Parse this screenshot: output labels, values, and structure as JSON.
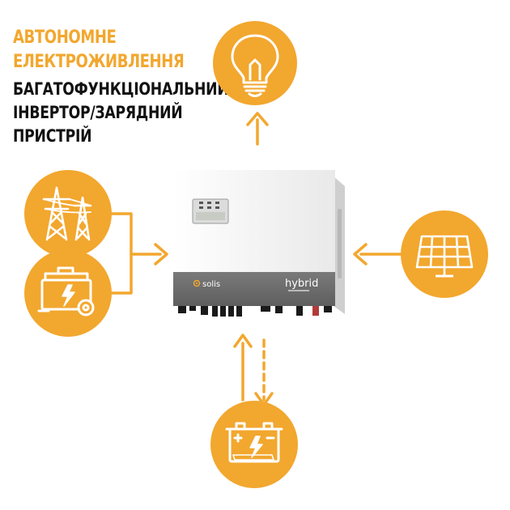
{
  "heading": {
    "accent_lines": [
      "АВТОНОМНЕ",
      "ЕЛЕКТРОЖИВЛЕННЯ"
    ],
    "main_lines": [
      "БАГАТОФУНКЦІОНАЛЬНИЙ",
      "ІНВЕРТОР/ЗАРЯДНИЙ",
      "ПРИСТРІЙ"
    ]
  },
  "inverter": {
    "brand": "solis",
    "model_label": "hybrid"
  },
  "nodes": {
    "load": {
      "icon": "light-bulb-icon"
    },
    "grid": {
      "icon": "power-tower-icon"
    },
    "generator": {
      "icon": "generator-icon"
    },
    "solar": {
      "icon": "solar-panel-icon"
    },
    "battery": {
      "icon": "battery-icon"
    }
  },
  "colors": {
    "accent": "#f2a72e",
    "ink": "#111111",
    "inverter_body": "#f4f4f4",
    "inverter_band": "#6d6d6d"
  }
}
